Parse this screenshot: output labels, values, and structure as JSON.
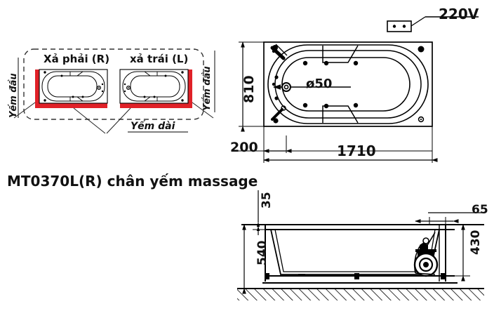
{
  "drawing": {
    "title": "MT0370L(R) chân yếm massage",
    "product_code": "MT0370L(R)",
    "units": "mm"
  },
  "inset": {
    "heading_left": "Xả phải (R)",
    "heading_right": "xả trái (L)",
    "label_apron_head_left": "Yếm đầu",
    "label_apron_head_right": "Yếm đầu",
    "label_apron_long": "Yếm dài",
    "apron_color": "#e02128"
  },
  "top_view": {
    "label_socket": "220V",
    "label_drain": "ø50",
    "dim_width": "810",
    "dim_length": "1710",
    "dim_offset": "200"
  },
  "elevation_view": {
    "dim_rim": "35",
    "dim_height": "540",
    "dim_pump_width": "65",
    "dim_pump_height": "430"
  }
}
